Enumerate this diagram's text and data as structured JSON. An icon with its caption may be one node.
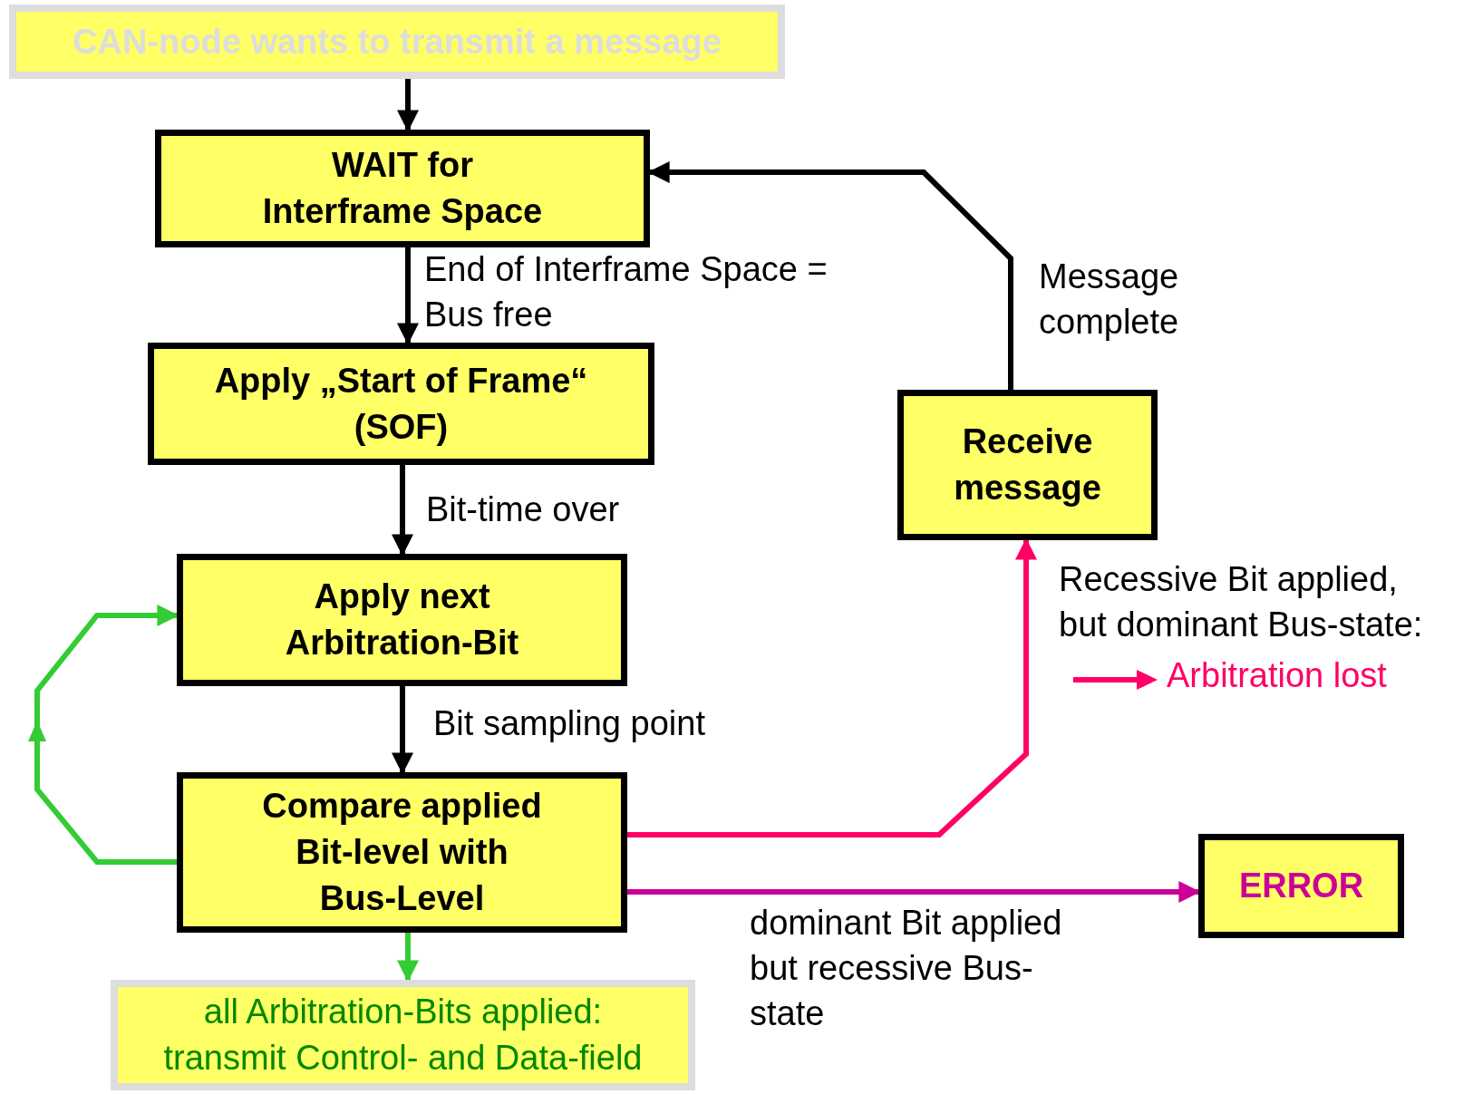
{
  "diagram": {
    "nodes": [
      {
        "text": [
          "CAN-node wants to transmit a message"
        ]
      },
      {
        "text": [
          "WAIT for Interframe Space"
        ]
      },
      {
        "text": [
          "Apply „Start of Frame“ (SOF)"
        ]
      },
      {
        "text": [
          "Apply next Arbitration-Bit"
        ]
      },
      {
        "text": [
          "Compare applied Bit-level with Bus-Level"
        ]
      },
      {
        "text": [
          "Receive message"
        ]
      },
      {
        "text": [
          "ERROR"
        ]
      },
      {
        "text": [
          "all Arbitration-Bits applied: transmit Control- and Data-field"
        ]
      }
    ],
    "edges": [
      {
        "from": 0,
        "to": 1,
        "arrow": "to"
      },
      {
        "from": 1,
        "to": 2,
        "arrow": "to",
        "label": "End of Interframe Space = Bus free"
      },
      {
        "from": 2,
        "to": 3,
        "arrow": "to",
        "label": "Bit-time over"
      },
      {
        "from": 3,
        "to": 4,
        "arrow": "to",
        "label": "Bit sampling point"
      },
      {
        "from": 4,
        "to": 3,
        "arrow": "to",
        "color": "#33cc33"
      },
      {
        "from": 4,
        "to": 7,
        "arrow": "to",
        "color": "#33cc33"
      },
      {
        "from": 4,
        "to": 5,
        "arrow": "to",
        "color": "#ff0066",
        "label": "Recessive Bit applied, but dominant Bus-state:"
      },
      {
        "from": 4,
        "to": 6,
        "arrow": "to",
        "color": "#cc0099",
        "label": "dominant Bit applied but recessive Bus-state"
      },
      {
        "from": 5,
        "to": 1,
        "arrow": "to",
        "label": "Message complete"
      }
    ],
    "labels": [
      "Arbitration lost"
    ]
  }
}
